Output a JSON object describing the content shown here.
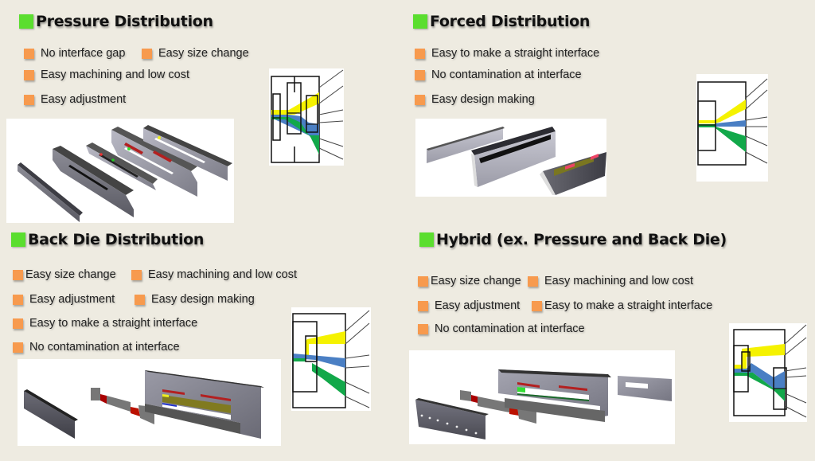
{
  "colors": {
    "background": "#eeebe1",
    "heading_marker": "#5bde2f",
    "bullet_marker": "#f79a4e",
    "layer_yellow": "#f5f200",
    "layer_blue": "#4a7fc4",
    "layer_green": "#12a84a"
  },
  "sections": [
    {
      "title": "Pressure Distribution",
      "bullets": [
        "No interface gap",
        "Easy size change",
        "Easy machining and low cost",
        "Easy adjustment"
      ],
      "photo_alt": "Exploded 3D view of pressure distribution die plates",
      "schematic_alt": "Pressure distribution flow schematic"
    },
    {
      "title": "Forced Distribution",
      "bullets": [
        "Easy to make a straight interface",
        "No contamination at interface",
        "Easy design making"
      ],
      "photo_alt": "Exploded 3D view of forced distribution die",
      "schematic_alt": "Forced distribution flow schematic"
    },
    {
      "title": "Back Die Distribution",
      "bullets": [
        "Easy size change",
        "Easy machining and low cost",
        "Easy adjustment",
        "Easy design making",
        "Easy to make a straight interface",
        "No contamination at interface"
      ],
      "photo_alt": "Exploded 3D view of back die distribution",
      "schematic_alt": "Back die distribution flow schematic"
    },
    {
      "title": "Hybrid (ex. Pressure and Back Die)",
      "bullets": [
        "Easy size change",
        "Easy machining and low cost",
        "Easy adjustment",
        "Easy to make a straight interface",
        "No contamination at interface"
      ],
      "photo_alt": "Exploded 3D view of hybrid distribution die",
      "schematic_alt": "Hybrid distribution flow schematic"
    }
  ]
}
